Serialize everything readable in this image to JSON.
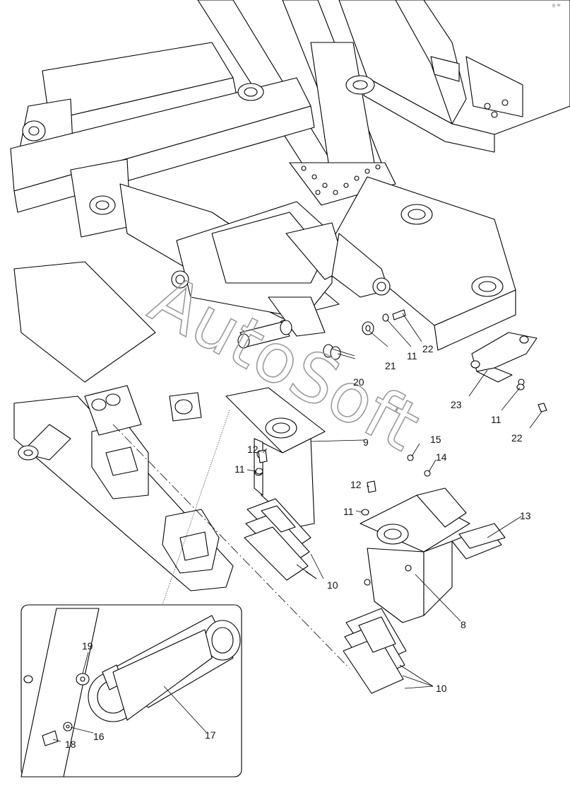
{
  "diagram": {
    "watermark": "AutoSoft",
    "corner_mark": "g- w",
    "callouts": [
      {
        "id": "c8",
        "label": "8"
      },
      {
        "id": "c9",
        "label": "9"
      },
      {
        "id": "c10a",
        "label": "10"
      },
      {
        "id": "c10b",
        "label": "10"
      },
      {
        "id": "c11a",
        "label": "11"
      },
      {
        "id": "c11b",
        "label": "11"
      },
      {
        "id": "c11c",
        "label": "11"
      },
      {
        "id": "c11d",
        "label": "11"
      },
      {
        "id": "c12a",
        "label": "12"
      },
      {
        "id": "c12b",
        "label": "12"
      },
      {
        "id": "c13",
        "label": "13"
      },
      {
        "id": "c14",
        "label": "14"
      },
      {
        "id": "c15",
        "label": "15"
      },
      {
        "id": "c16",
        "label": "16"
      },
      {
        "id": "c17",
        "label": "17"
      },
      {
        "id": "c18",
        "label": "18"
      },
      {
        "id": "c19",
        "label": "19"
      },
      {
        "id": "c20",
        "label": "20"
      },
      {
        "id": "c21",
        "label": "21"
      },
      {
        "id": "c22a",
        "label": "22"
      },
      {
        "id": "c22b",
        "label": "22"
      },
      {
        "id": "c23",
        "label": "23"
      }
    ]
  }
}
